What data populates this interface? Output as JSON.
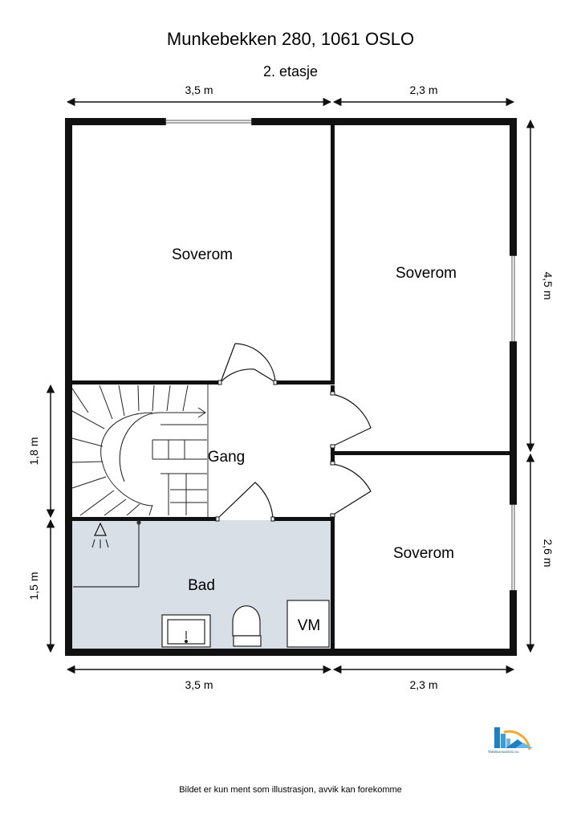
{
  "header": {
    "title": "Munkebekken 280, 1061 OSLO",
    "floor": "2. etasje"
  },
  "dimensions": {
    "top_left": "3,5 m",
    "top_right": "2,3 m",
    "bottom_left": "3,5 m",
    "bottom_right": "2,3 m",
    "right_upper": "4,5 m",
    "right_lower": "2,6 m",
    "left_upper": "1,8 m",
    "left_lower": "1,5 m"
  },
  "rooms": {
    "bedroom_1": "Soverom",
    "bedroom_2": "Soverom",
    "bedroom_3": "Soverom",
    "hall": "Gang",
    "bathroom": "Bad",
    "laundry": "VM"
  },
  "logo": {
    "text": "Takstkonsulent1.no"
  },
  "footer": {
    "disclaimer": "Bildet er kun ment som illustrasjon, avvik kan forekomme"
  },
  "colors": {
    "wall": "#111111",
    "bathroom_floor": "#d9dfe6",
    "logo_blue": "#1e7fc3",
    "logo_orange": "#f0a830"
  }
}
